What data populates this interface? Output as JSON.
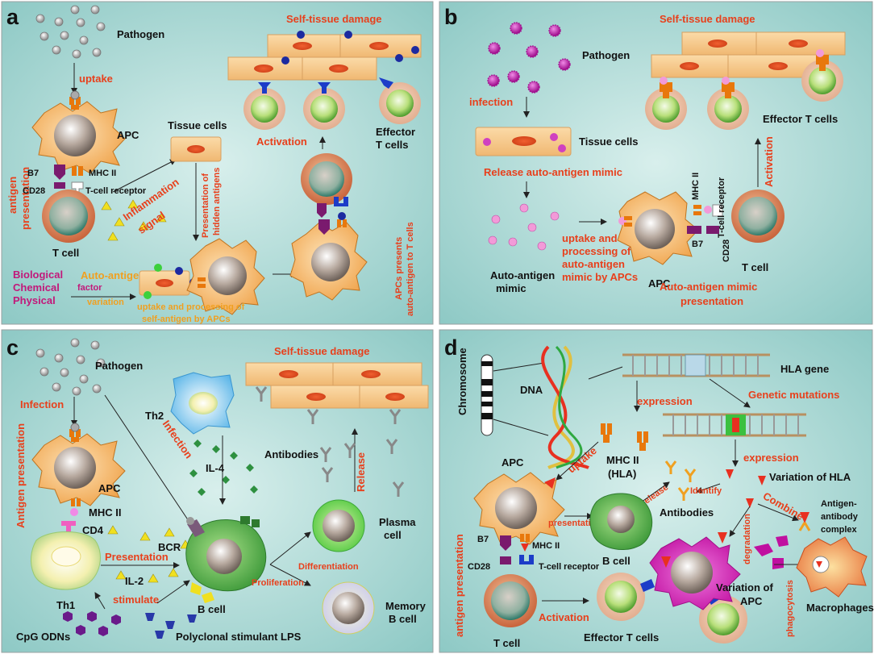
{
  "panels": {
    "a": {
      "letter": "a",
      "pathogen": "Pathogen",
      "uptake": "uptake",
      "apc": "APC",
      "antigen_presentation_1": "antigen",
      "antigen_presentation_2": "presentation",
      "b7": "B7",
      "mhc2": "MHC II",
      "cd28": "CD28",
      "tcr": "T-cell receptor",
      "tcell": "T  cell",
      "inflammation_1": "Inflammation",
      "inflammation_2": "signal",
      "tissue_cells": "Tissue cells",
      "hidden_1": "Presentation of",
      "hidden_2": "hidden antigens",
      "bio": "Biological",
      "chem": "Chemical",
      "phys": "Physical",
      "factor": "factor",
      "auto_antigen": "Auto-antigen",
      "variation": "variation",
      "uptake_proc_1": "uptake and processing of",
      "uptake_proc_2": "self-antigen by APCs",
      "self_damage": "Self-tissue damage",
      "activation": "Activation",
      "effector_1": "Effector",
      "effector_2": "T cells",
      "apc_presents_1": "APCs presents",
      "apc_presents_2": "auto-antigen to T cells"
    },
    "b": {
      "letter": "b",
      "self_damage": "Self-tissue damage",
      "pathogen": "Pathogen",
      "infection": "infection",
      "effector": "Effector T cells",
      "tissue_cells": "Tissue cells",
      "release": "Release auto-antigen mimic",
      "mhc2": "MHC II",
      "tcr": "T-cell receptor",
      "activation": "Activation",
      "uptake_1": "uptake and",
      "uptake_2": "processing of",
      "uptake_3": "auto-antigen",
      "uptake_4": "mimic by APCs",
      "auto_mimic_1": "Auto-antigen",
      "auto_mimic_2": "mimic",
      "b7": "B7",
      "cd28": "CD28",
      "apc": "APC",
      "tcell": "T  cell",
      "mimic_pres_1": "Auto-antigen mimic",
      "mimic_pres_2": "presentation"
    },
    "c": {
      "letter": "c",
      "pathogen": "Pathogen",
      "self_damage": "Self-tissue damage",
      "infection_left": "Infection",
      "th2": "Th2",
      "infection_diag": "Infection",
      "il4": "IL-4",
      "antibodies": "Antibodies",
      "release": "Release",
      "antigen_presentation": "Antigen presentation",
      "apc": "APC",
      "mhc2": "MHC II",
      "cd4": "CD4",
      "bcr": "BCR",
      "presentation": "Presentation",
      "il2": "IL-2",
      "th1": "Th1",
      "stimulate": "stimulate",
      "bcell": "B cell",
      "proliferation": "Proliferation",
      "differentiation": "Differentiation",
      "plasma_1": "Plasma",
      "plasma_2": "cell",
      "memory_1": "Memory",
      "memory_2": "B cell",
      "cpg": "CpG ODNs",
      "lps": "Polyclonal stimulant LPS"
    },
    "d": {
      "letter": "d",
      "chromosome": "Chromosome",
      "dna": "DNA",
      "hla_gene": "HLA gene",
      "expression_1": "expression",
      "genetic": "Genetic mutations",
      "apc": "APC",
      "uptake": "uptake",
      "mhc2_hla_1": "MHC II",
      "mhc2_hla_2": "(HLA)",
      "expression_2": "expression",
      "variation_hla": "Variation of HLA",
      "release": "Release",
      "identify": "Identify",
      "antibodies": "Antibodies",
      "combine": "Combine",
      "complex_1": "Antigen-",
      "complex_2": "antibody",
      "complex_3": "complex",
      "presentation": "presentation",
      "bcell": "B cell",
      "degradation": "degradation",
      "antigen_presentation": "antigen presentation",
      "b7": "B7",
      "mhc2": "MHC II",
      "cd28": "CD28",
      "tcr": "T-cell receptor",
      "variation_apc_1": "Variation of",
      "variation_apc_2": "APC",
      "phagocytosis": "phagocytosis",
      "macrophages": "Macrophages",
      "tcell": "T  cell",
      "activation": "Activation",
      "effector": "Effector T cells"
    }
  },
  "colors": {
    "panel_bg": "#a9d5d2",
    "panel_border": "#9aa0a0",
    "label_red": "#e8401c",
    "label_orange": "#f0a020",
    "label_magenta": "#c2187a",
    "receptor_orange": "#e8780c",
    "receptor_purple": "#7a1a6e",
    "receptor_blue": "#1c3cc8",
    "apc_fill": "#f7c77e",
    "tissue_fill": "#f6c98a"
  }
}
